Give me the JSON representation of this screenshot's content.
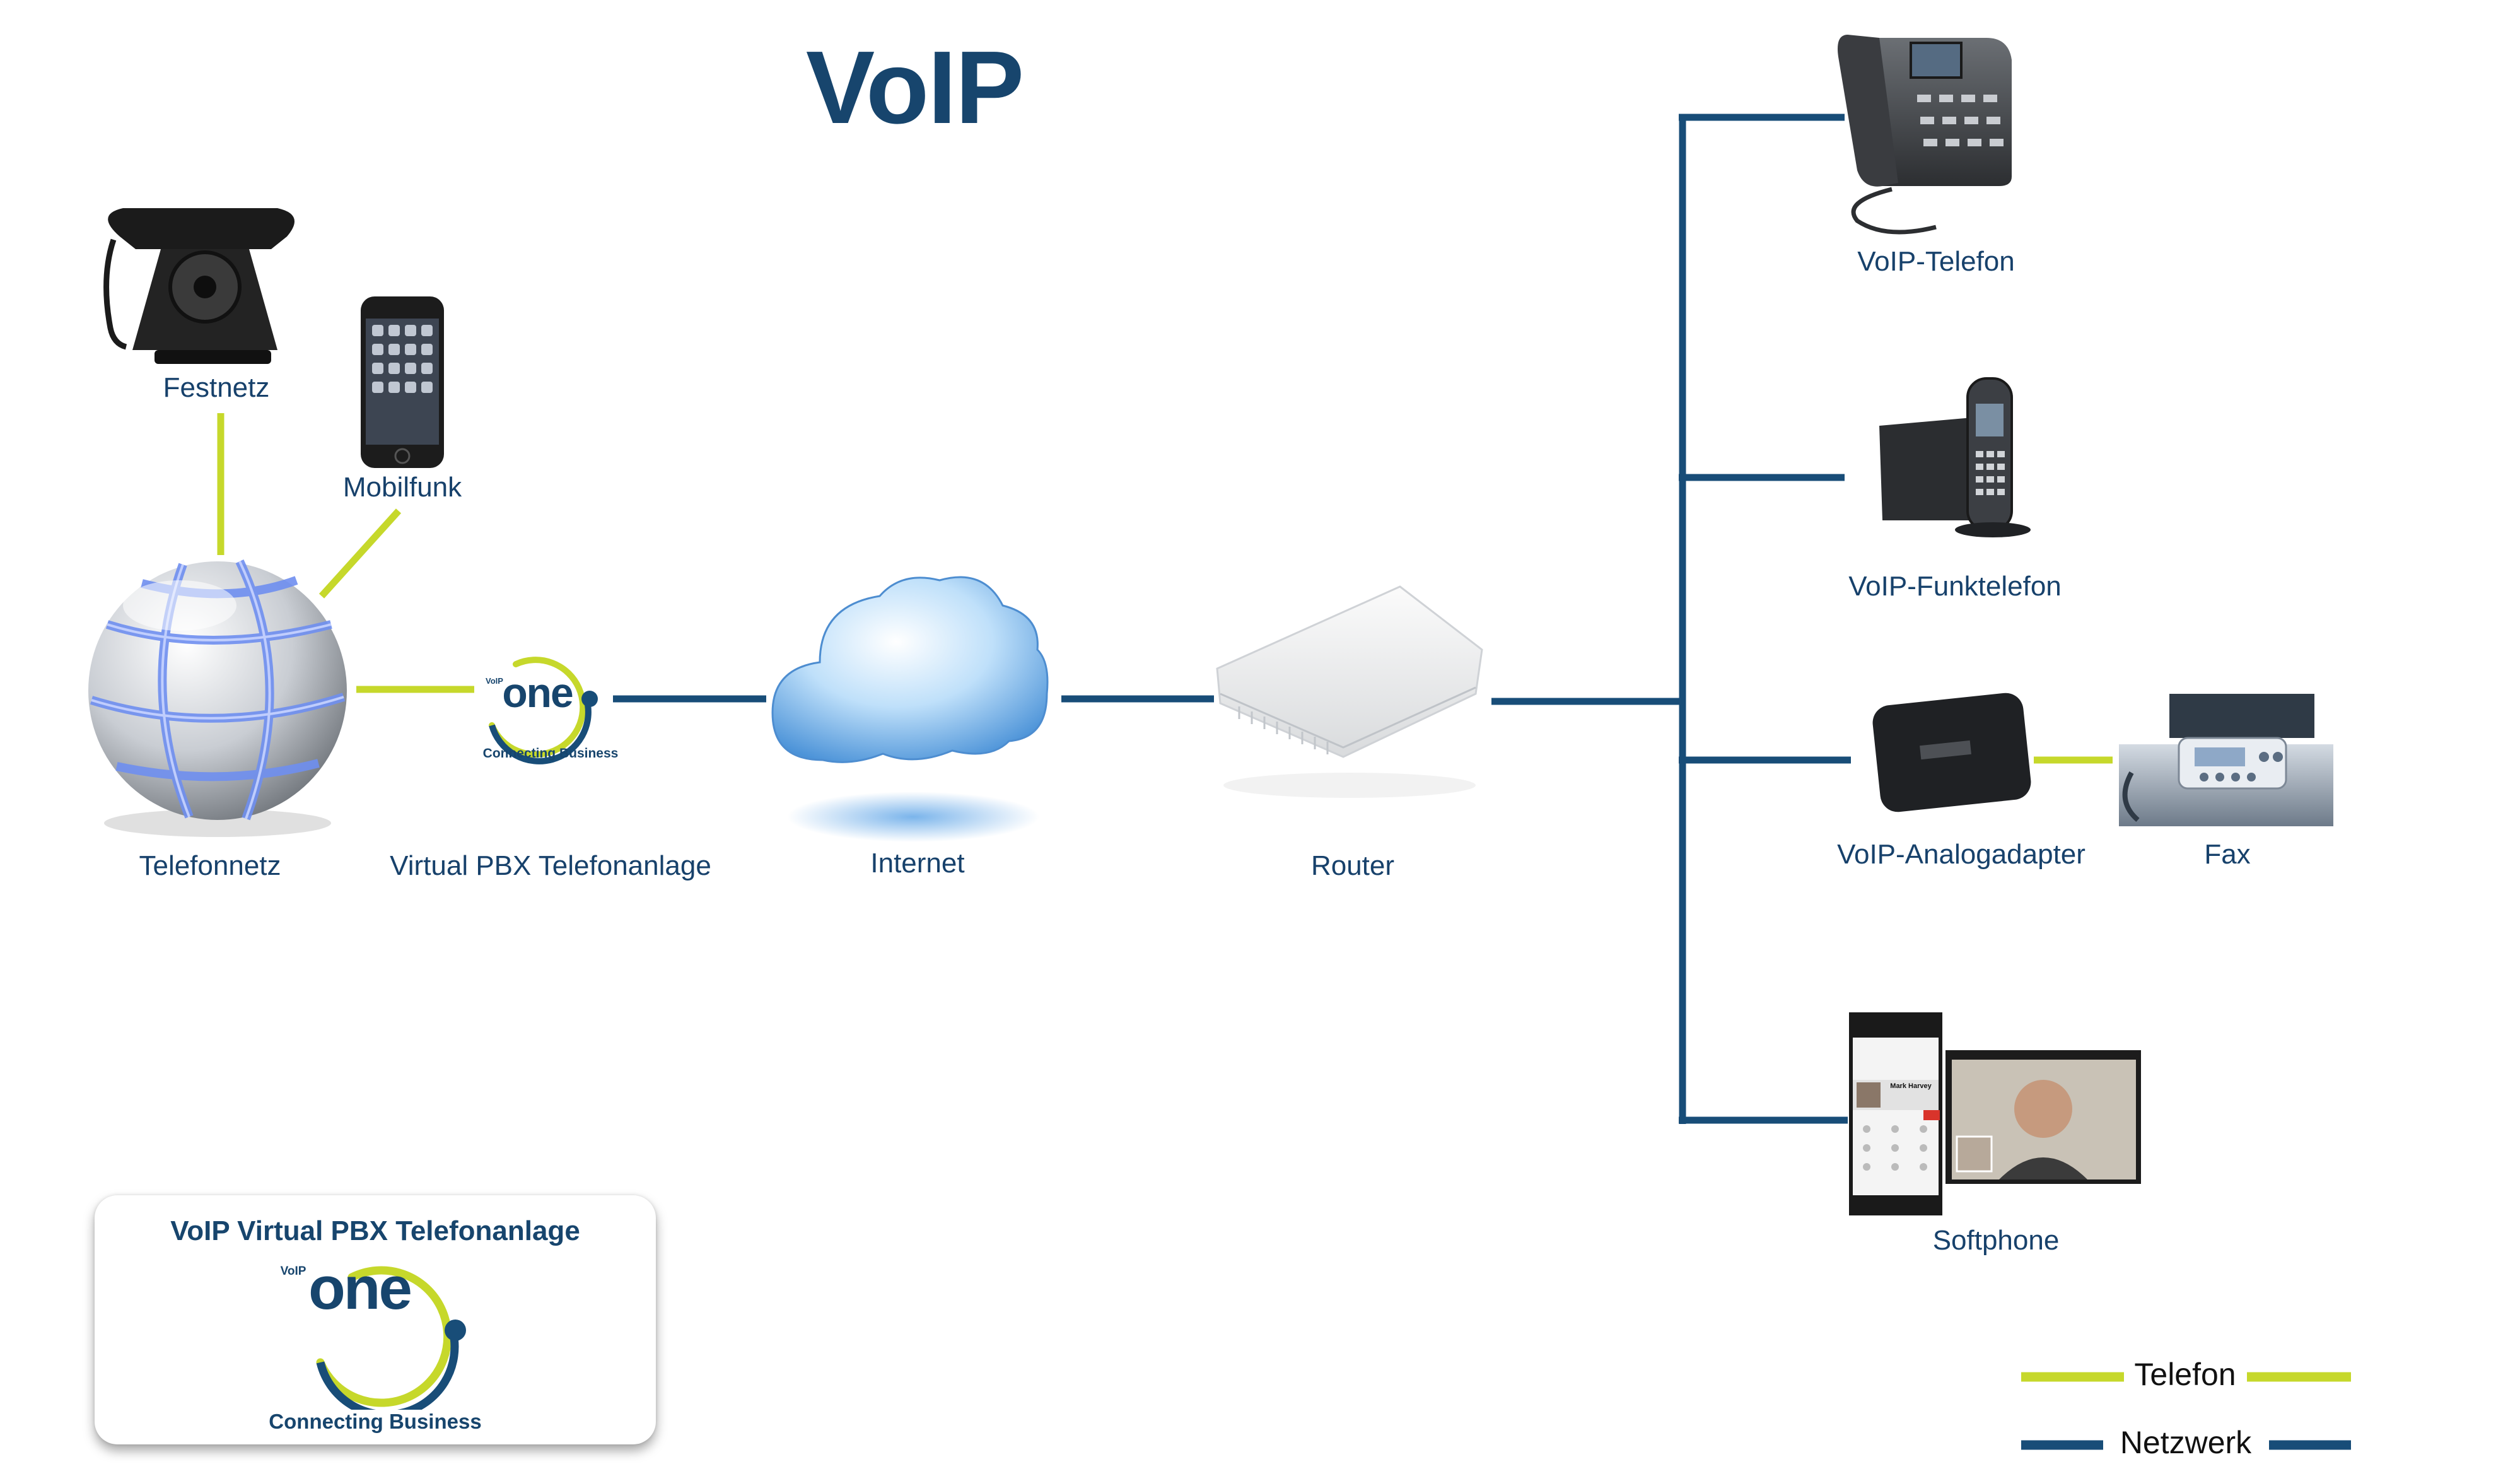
{
  "title": "VoIP",
  "colors": {
    "telefon": "#c6d82b",
    "netzwerk": "#184d78",
    "label": "#17416b"
  },
  "nodes": {
    "festnetz": "Festnetz",
    "mobilfunk": "Mobilfunk",
    "telefonnetz": "Telefonnetz",
    "pbx": "Virtual PBX Telefonanlage",
    "internet": "Internet",
    "router": "Router",
    "voip_telefon": "VoIP-Telefon",
    "voip_funktelefon": "VoIP-Funktelefon",
    "voip_analogadapter": "VoIP-Analogadapter",
    "fax": "Fax",
    "softphone": "Softphone"
  },
  "logo": {
    "small": "VoIP",
    "word": "one",
    "tagline": "Connecting Business"
  },
  "card": {
    "title": "VoIP Virtual PBX Telefonanlage"
  },
  "legend": {
    "telefon": "Telefon",
    "netzwerk": "Netzwerk"
  },
  "softphone_screen": {
    "contact": "Mark Harvey"
  }
}
